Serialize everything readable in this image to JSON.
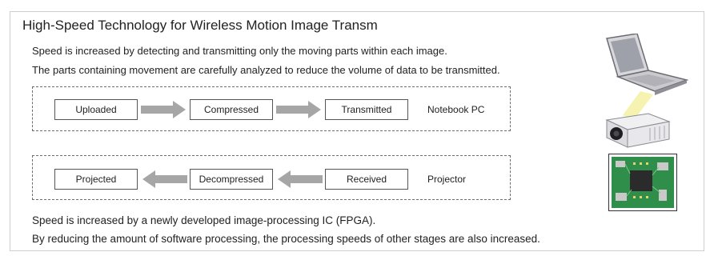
{
  "title": "High-Speed Technology for Wireless Motion Image Transm",
  "intro": [
    "Speed is increased by detecting and transmitting only the moving parts within each image.",
    "The parts containing movement are carefully analyzed to reduce the volume of data to be transmitted."
  ],
  "notebook_flow": {
    "steps": [
      "Uploaded",
      "Compressed",
      "Transmitted"
    ],
    "label": "Notebook PC"
  },
  "projector_flow": {
    "steps": [
      "Projected",
      "Decompressed",
      "Received"
    ],
    "label": "Projector"
  },
  "footer": [
    "Speed is increased by a newly developed image-processing IC (FPGA).",
    "By reducing the amount of software processing, the processing speeds of other stages are also increased."
  ],
  "icons": {
    "laptop": "laptop-icon",
    "projector": "projector-icon",
    "circuit_board": "circuit-board-icon",
    "arrow_right": "arrow-right-icon",
    "arrow_left": "arrow-left-icon"
  },
  "colors": {
    "arrow": "#a6a6a6",
    "beam": "#f6f2b0",
    "board": "#2f8f4a"
  }
}
